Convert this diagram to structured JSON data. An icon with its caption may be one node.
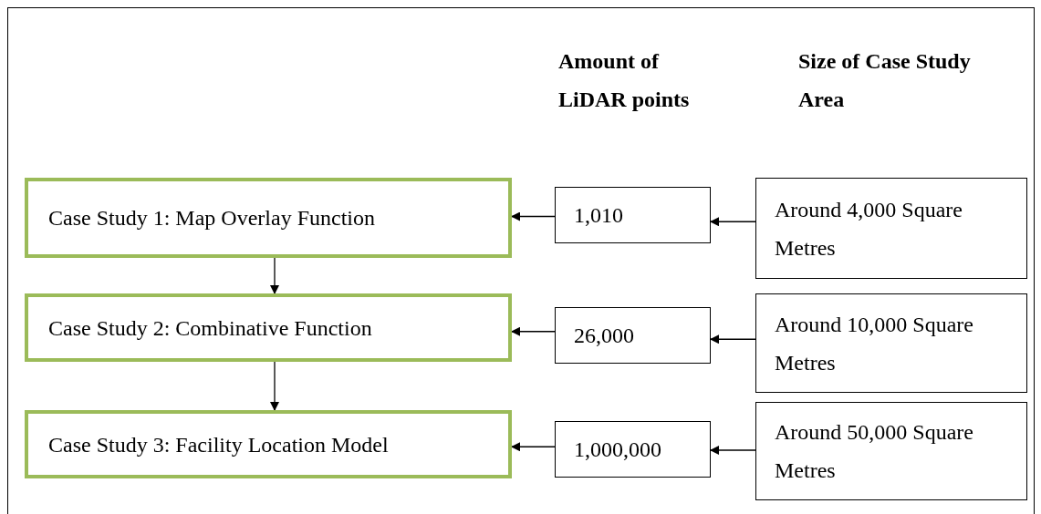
{
  "diagram": {
    "nodes": [
      {
        "text": [
          "Case Study 1: Map Overlay Function"
        ]
      },
      {
        "text": [
          "Case Study 2: Combinative Function"
        ]
      },
      {
        "text": [
          "Case Study 3: Facility Location Model"
        ]
      },
      {
        "text": [
          "1,010"
        ]
      },
      {
        "text": [
          "26,000"
        ]
      },
      {
        "text": [
          "1,000,000"
        ]
      },
      {
        "text": [
          "Around 4,000 Square Metres"
        ]
      },
      {
        "text": [
          "Around 10,000 Square Metres"
        ]
      },
      {
        "text": [
          "Around 50,000 Square Metres"
        ]
      }
    ],
    "edges": [
      {
        "from": 3,
        "to": 0,
        "arrow": "to"
      },
      {
        "from": 6,
        "to": 3,
        "arrow": "to"
      },
      {
        "from": 0,
        "to": 1,
        "arrow": "to"
      },
      {
        "from": 4,
        "to": 1,
        "arrow": "to"
      },
      {
        "from": 7,
        "to": 4,
        "arrow": "to"
      },
      {
        "from": 1,
        "to": 2,
        "arrow": "to"
      },
      {
        "from": 5,
        "to": 2,
        "arrow": "to"
      },
      {
        "from": 8,
        "to": 5,
        "arrow": "to"
      }
    ],
    "labels": [
      "Amount of LiDAR points",
      "Size of Case Study Area"
    ]
  }
}
